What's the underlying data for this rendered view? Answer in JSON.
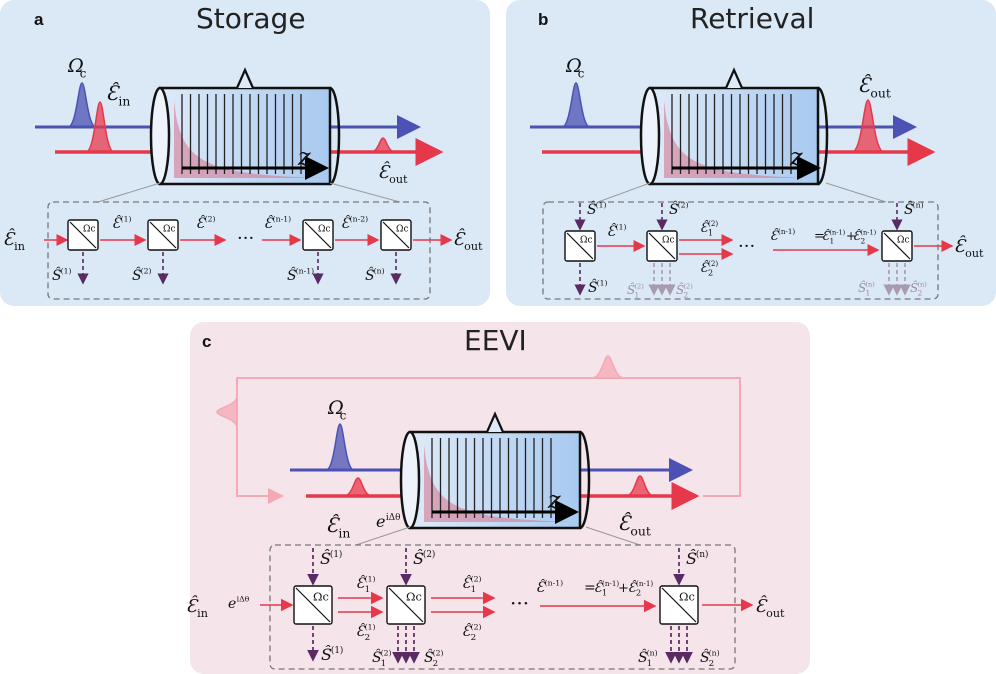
{
  "panels": {
    "a": {
      "label": "a",
      "title": "Storage"
    },
    "b": {
      "label": "b",
      "title": "Retrieval"
    },
    "c": {
      "label": "c",
      "title": "EEVI"
    }
  },
  "symbols": {
    "omega_c": "Ω",
    "omega_sub": "c",
    "e_hat": "Ɛ̂",
    "s_hat": "Ŝ",
    "sub_in": "in",
    "sub_out": "out",
    "phase": "e",
    "phase_sup": "iΔθ",
    "z": "z",
    "dots": "···"
  },
  "chain_labels": {
    "a": {
      "fields": [
        "(1)",
        "(2)",
        "(n-1)",
        "(n-2)"
      ],
      "spins": [
        "(1)",
        "(2)",
        "(n-1)",
        "(n)"
      ]
    },
    "b": {
      "top_spins": [
        "(1)",
        "(2)",
        "(n)"
      ],
      "bottom_spins": [
        "(1)",
        "(2)",
        "(2)",
        "(n)",
        "(n)"
      ],
      "split_fields": [
        "(2)",
        "(2)"
      ],
      "merge": "(n-1)"
    },
    "c": {
      "top_spins": [
        "(1)",
        "(2)",
        "(n)"
      ],
      "bottom_spins": [
        "(1)",
        "(2)",
        "(2)",
        "(n)",
        "(n)"
      ],
      "split_fields": [
        "(1)",
        "(1)",
        "(2)",
        "(2)"
      ],
      "merge": "(n-1)"
    }
  },
  "colors": {
    "blue_beam": "#4b52b3",
    "red_beam": "#e5394b",
    "spin_arrow": "#5a2a63",
    "panel_ab_bg": "#dbe8f6",
    "panel_c_bg": "#f5e4ea"
  }
}
